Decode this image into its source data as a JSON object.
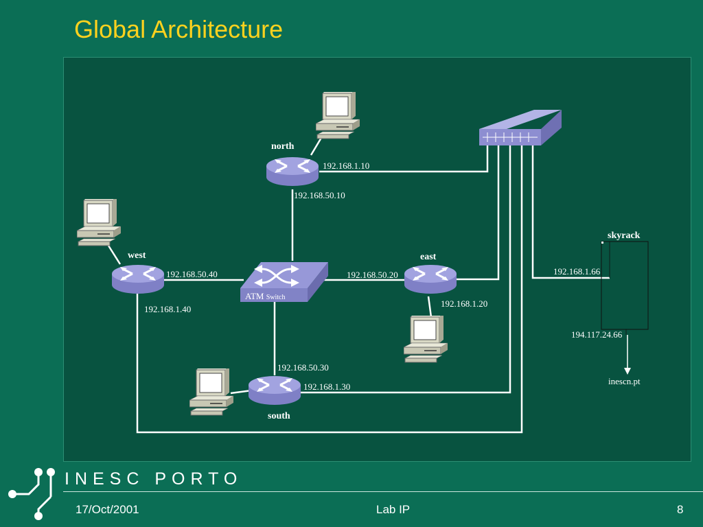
{
  "slide": {
    "title": "Global Architecture",
    "footer_date": "17/Oct/2001",
    "footer_center": "Lab IP",
    "page_number": "8",
    "brand_text": "INESC PORTO"
  },
  "diagram": {
    "routers": {
      "north": "north",
      "west": "west",
      "east": "east",
      "south": "south"
    },
    "atm_switch": {
      "main": "ATM",
      "sub": "Switch"
    },
    "skyrack": "skyrack",
    "destination": "inescn.pt",
    "addresses": {
      "north_lan": "192.168.1.10",
      "north_atm": "192.168.50.10",
      "west_atm": "192.168.50.40",
      "west_lan": "192.168.1.40",
      "east_atm": "192.168.50.20",
      "east_lan": "192.168.1.20",
      "south_atm": "192.168.50.30",
      "south_lan": "192.168.1.30",
      "skyrack_lan": "192.168.1.66",
      "skyrack_wan": "194.117.24.66"
    }
  },
  "colors": {
    "background": "#0b6e55",
    "panel": "#085340",
    "title": "#ffd21e",
    "device": "#8d8ed1",
    "link": "#ffffff"
  },
  "icons": [
    "router-icon",
    "workstation-icon",
    "atm-switch-icon",
    "ethernet-hub-icon",
    "inesc-logo-icon"
  ]
}
